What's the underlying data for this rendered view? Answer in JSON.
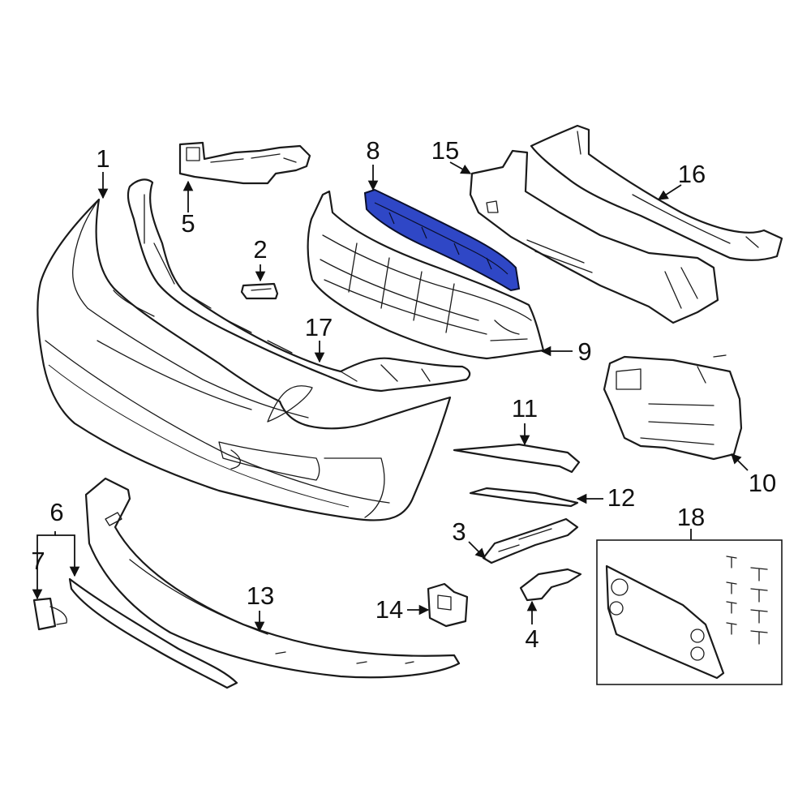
{
  "highlight_color": "#2f47c6",
  "line_color": "#1a1a1a",
  "callouts": {
    "c1": "1",
    "c2": "2",
    "c3": "3",
    "c4": "4",
    "c5": "5",
    "c6": "6",
    "c7": "7",
    "c8": "8",
    "c9": "9",
    "c10": "10",
    "c11": "11",
    "c12": "12",
    "c13": "13",
    "c14": "14",
    "c15": "15",
    "c16": "16",
    "c17": "17",
    "c18": "18"
  }
}
